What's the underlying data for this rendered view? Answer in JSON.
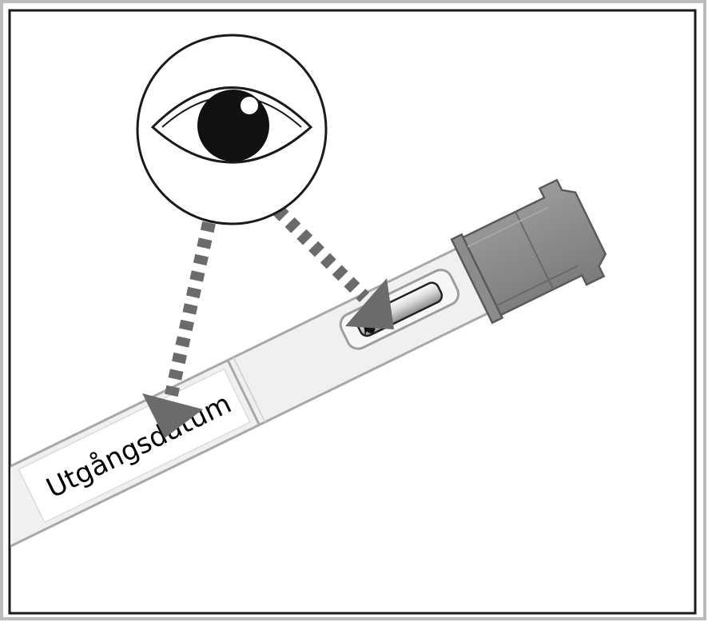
{
  "figure": {
    "label_text": "Utgångsdatum",
    "colors": {
      "frame": "#1a1a1a",
      "outer_border": "#bdbdbd",
      "pen_body": "#f0f0f0",
      "pen_outline": "#a8a8a8",
      "label_bg": "#ffffff",
      "cap": "#8c8c8c",
      "cap_dark": "#6e6e6e",
      "arrow": "#6b6b6b",
      "eye_outline": "#1a1a1a",
      "pupil": "#111111"
    },
    "icons": [
      "eye-icon",
      "dotted-arrow-down-left",
      "dotted-arrow-down-right"
    ]
  }
}
